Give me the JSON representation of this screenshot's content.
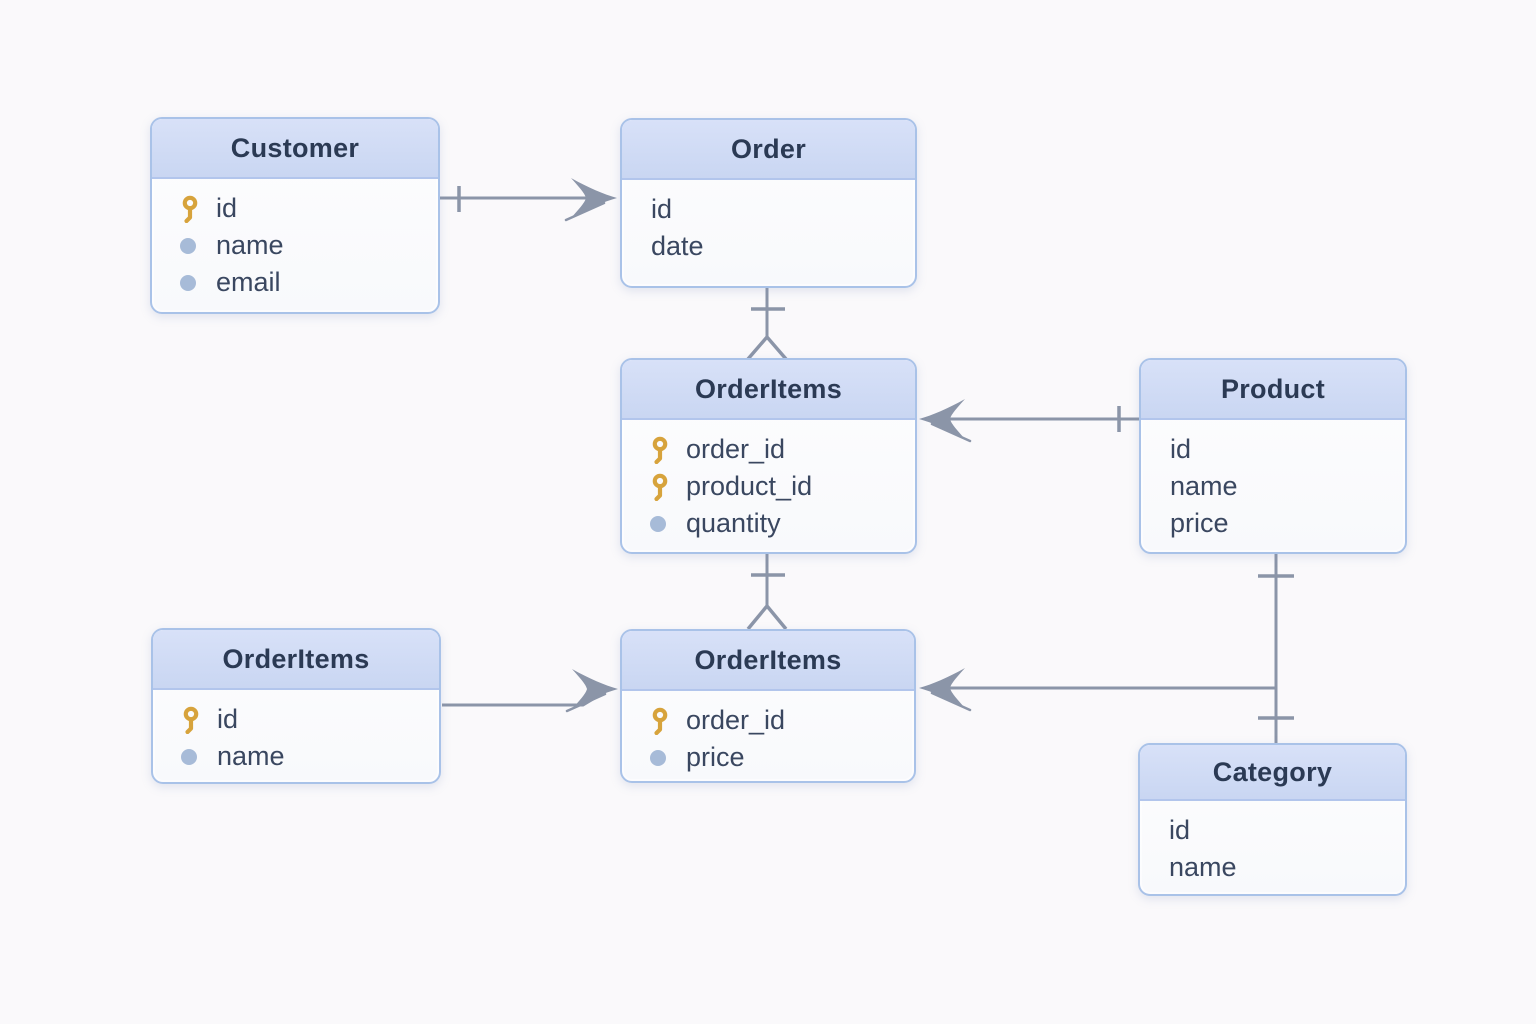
{
  "diagram": {
    "type": "entity-relationship",
    "background_color": "#faf9fb",
    "colors": {
      "header_fill": "#cdd9f4",
      "box_fill": "#fbfbfd",
      "box_border": "#a9c2e8",
      "title_text": "#2b3a54",
      "field_text": "#3a4760",
      "key_icon": "#d7a33c",
      "dot_icon": "#a7bbd8",
      "connector": "#8b95a8"
    },
    "entities": [
      {
        "title": "Customer",
        "fields": [
          {
            "name": "id",
            "icon": "key"
          },
          {
            "name": "name",
            "icon": "dot"
          },
          {
            "name": "email",
            "icon": "dot"
          }
        ]
      },
      {
        "title": "Order",
        "fields": [
          {
            "name": "id",
            "icon": "none"
          },
          {
            "name": "date",
            "icon": "none"
          }
        ]
      },
      {
        "title": "OrderItems",
        "fields": [
          {
            "name": "order_id",
            "icon": "key"
          },
          {
            "name": "product_id",
            "icon": "key"
          },
          {
            "name": "quantity",
            "icon": "dot"
          }
        ]
      },
      {
        "title": "Product",
        "fields": [
          {
            "name": "id",
            "icon": "none"
          },
          {
            "name": "name",
            "icon": "none"
          },
          {
            "name": "price",
            "icon": "none"
          }
        ]
      },
      {
        "title": "OrderItems",
        "fields": [
          {
            "name": "id",
            "icon": "key"
          },
          {
            "name": "name",
            "icon": "dot"
          }
        ]
      },
      {
        "title": "OrderItems",
        "fields": [
          {
            "name": "order_id",
            "icon": "key"
          },
          {
            "name": "price",
            "icon": "dot"
          }
        ]
      },
      {
        "title": "Category",
        "fields": [
          {
            "name": "id",
            "icon": "none"
          },
          {
            "name": "name",
            "icon": "none"
          }
        ]
      }
    ],
    "relationships": [
      {
        "from": "Customer",
        "to": "Order",
        "from_marker": "one-tick",
        "to_marker": "arrow"
      },
      {
        "from": "Order",
        "to": "OrderItems (center)",
        "from_marker": "one-tick",
        "to_marker": "crow-foot-many"
      },
      {
        "from": "Product",
        "to": "OrderItems (center)",
        "from_marker": "one-tick",
        "to_marker": "arrow"
      },
      {
        "from": "OrderItems (center)",
        "to": "OrderItems (bottom)",
        "from_marker": "one-tick",
        "to_marker": "crow-foot-many"
      },
      {
        "from": "OrderItems (left)",
        "to": "OrderItems (bottom)",
        "from_marker": "none",
        "to_marker": "arrow"
      },
      {
        "from": "Product",
        "to": "Category",
        "from_marker": "one-tick",
        "to_marker": "one-tick"
      },
      {
        "from": "Product-Category line",
        "to": "OrderItems (bottom)",
        "from_marker": "none",
        "to_marker": "arrow"
      }
    ]
  }
}
